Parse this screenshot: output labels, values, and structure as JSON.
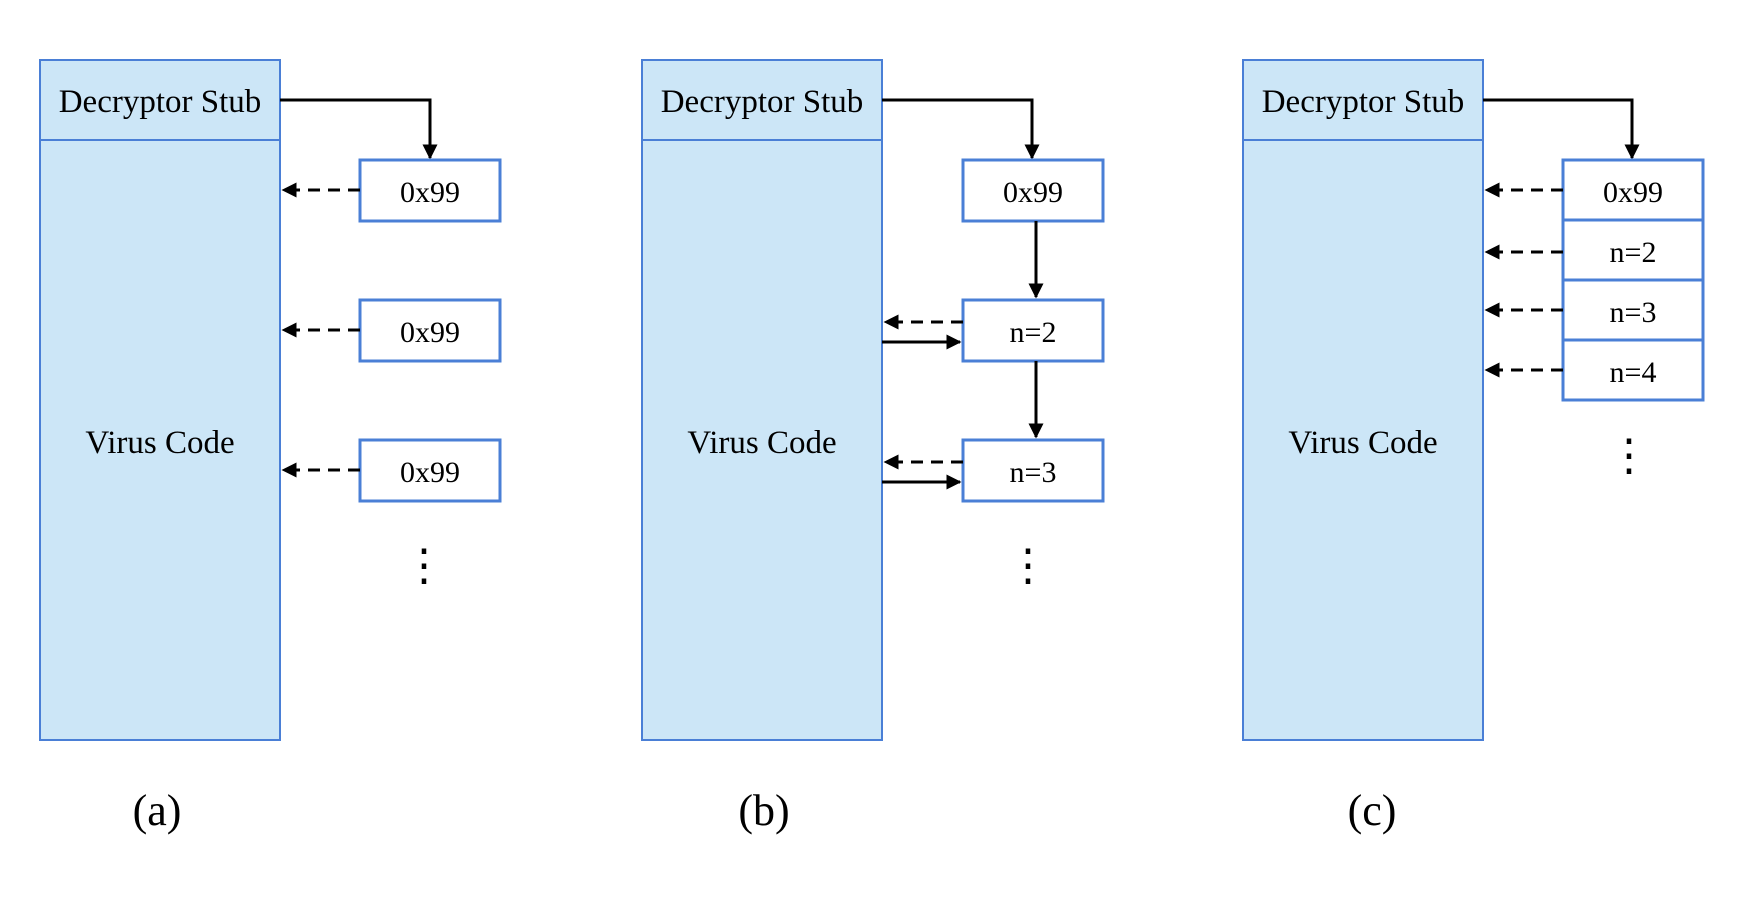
{
  "colors": {
    "memory_fill": "#cce6f7",
    "box_border": "#4a7fd6",
    "arrow": "#000000",
    "background": "#ffffff"
  },
  "panels": [
    {
      "caption": "(a)",
      "stub_label": "Decryptor Stub",
      "code_label": "Virus Code",
      "keys": [
        "0x99",
        "0x99",
        "0x99"
      ],
      "continuation": "⋮"
    },
    {
      "caption": "(b)",
      "stub_label": "Decryptor Stub",
      "code_label": "Virus Code",
      "keys": [
        "0x99",
        "n=2",
        "n=3"
      ],
      "continuation": "⋮"
    },
    {
      "caption": "(c)",
      "stub_label": "Decryptor Stub",
      "code_label": "Virus Code",
      "keys": [
        "0x99",
        "n=2",
        "n=3",
        "n=4"
      ],
      "continuation": "⋮"
    }
  ]
}
